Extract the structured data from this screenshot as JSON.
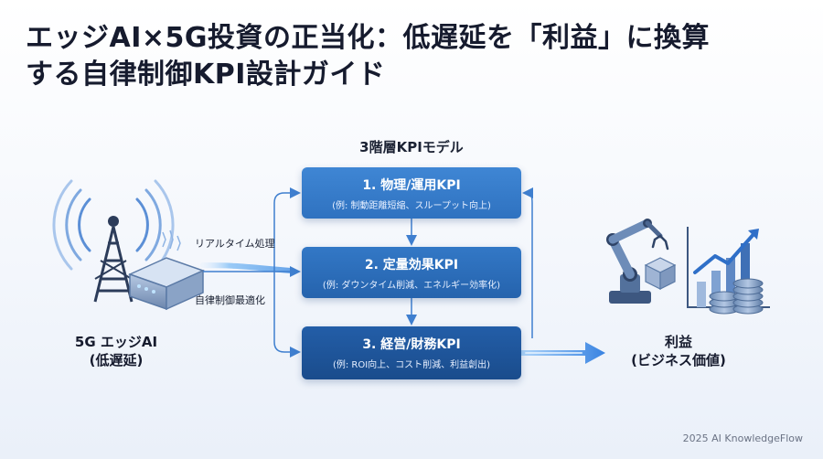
{
  "title": {
    "line1": "エッジAI×5G投資の正当化：低遅延を「利益」に換算",
    "line2": "する自律制御KPI設計ガイド"
  },
  "model": {
    "title": "3階層KPIモデル",
    "boxes": [
      {
        "name": "1. 物理/運用KPI",
        "sub": "(例: 制動距離短縮、スループット向上)"
      },
      {
        "name": "2. 定量効果KPI",
        "sub": "(例: ダウンタイム削減、エネルギー効率化)"
      },
      {
        "name": "3. 経営/財務KPI",
        "sub": "(例: ROI向上、コスト削減、利益創出)"
      }
    ]
  },
  "edge": {
    "label_line1": "5G エッジAI",
    "label_line2": "(低遅延)",
    "flow_realtime": "リアルタイム処理",
    "flow_control": "自律制御最適化",
    "icon": "5g-tower-and-edge-device-icon"
  },
  "profit": {
    "label_line1": "利益",
    "label_line2": "(ビジネス価値)",
    "icon": "robot-arm-and-growth-chart-icon"
  },
  "credit": "2025 AI KnowledgeFlow",
  "colors": {
    "box1": "#3579c6",
    "box2": "#2a6ab5",
    "box3": "#1d5296",
    "arrow": "#3f7fcf",
    "glow": "#5fa8f0"
  }
}
